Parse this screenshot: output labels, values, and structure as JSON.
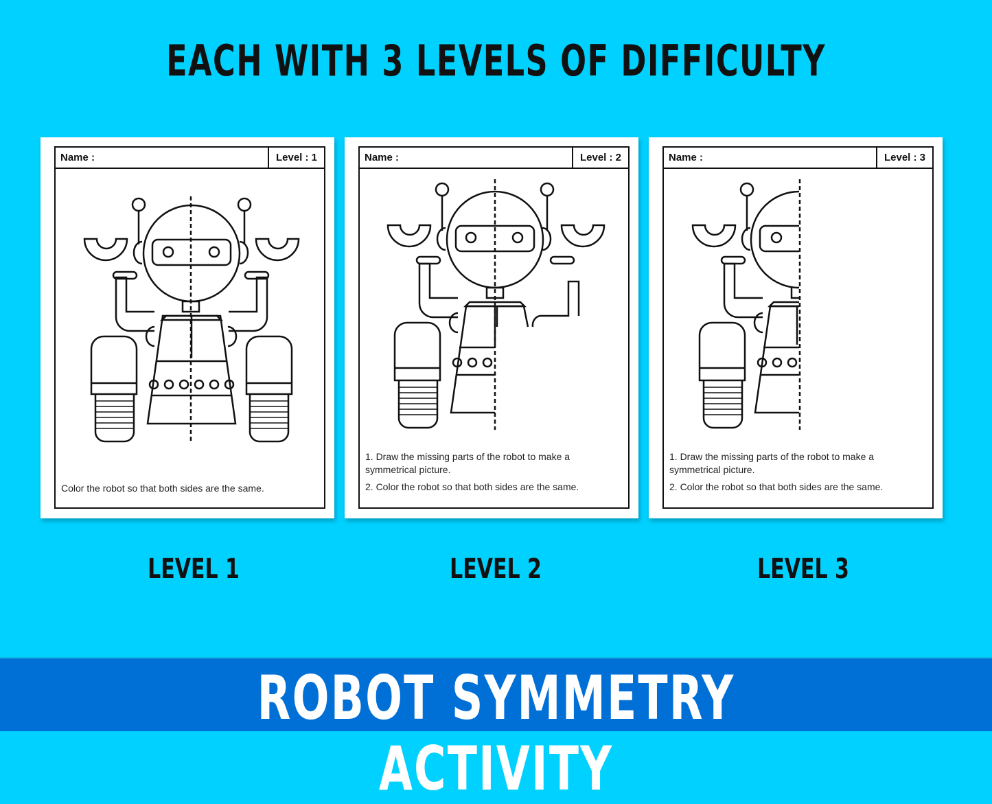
{
  "headline": "EACH WITH 3 LEVELS OF DIFFICULTY",
  "colors": {
    "background": "#00d1ff",
    "banner": "#006fd6",
    "headline_text": "#111111",
    "banner_text": "#ffffff"
  },
  "worksheets": [
    {
      "name_label": "Name :",
      "level_label": "Level : 1",
      "instructions": [
        "Color the robot so that both sides are the same."
      ],
      "caption": "LEVEL 1"
    },
    {
      "name_label": "Name :",
      "level_label": "Level : 2",
      "instructions": [
        "1. Draw the missing parts of the robot to make a symmetrical picture.",
        "2. Color the robot so that both sides are the same."
      ],
      "caption": "LEVEL 2"
    },
    {
      "name_label": "Name :",
      "level_label": "Level : 3",
      "instructions": [
        "1. Draw the missing parts of the robot to make a symmetrical picture.",
        "2. Color the robot so that both sides are the same."
      ],
      "caption": "LEVEL 3"
    }
  ],
  "banner_title": "ROBOT SYMMETRY ACTIVITY"
}
